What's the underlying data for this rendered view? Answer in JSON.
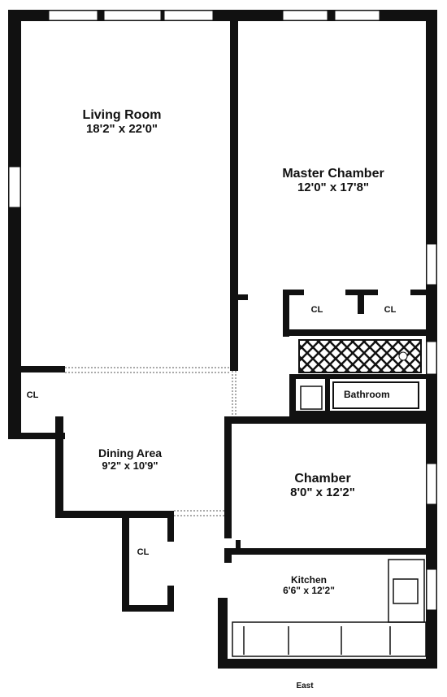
{
  "rooms": {
    "living_room": {
      "name": "Living Room",
      "dims": "18'2\" x 22'0\""
    },
    "master_chamber": {
      "name": "Master Chamber",
      "dims": "12'0\" x 17'8\""
    },
    "dining_area": {
      "name": "Dining Area",
      "dims": "9'2\" x 10'9\""
    },
    "chamber": {
      "name": "Chamber",
      "dims": "8'0\" x 12'2\""
    },
    "kitchen": {
      "name": "Kitchen",
      "dims": "6'6\" x 12'2\""
    },
    "bathroom": {
      "name": "Bathroom"
    }
  },
  "closets": {
    "label": "CL"
  },
  "compass": {
    "label": "East"
  }
}
